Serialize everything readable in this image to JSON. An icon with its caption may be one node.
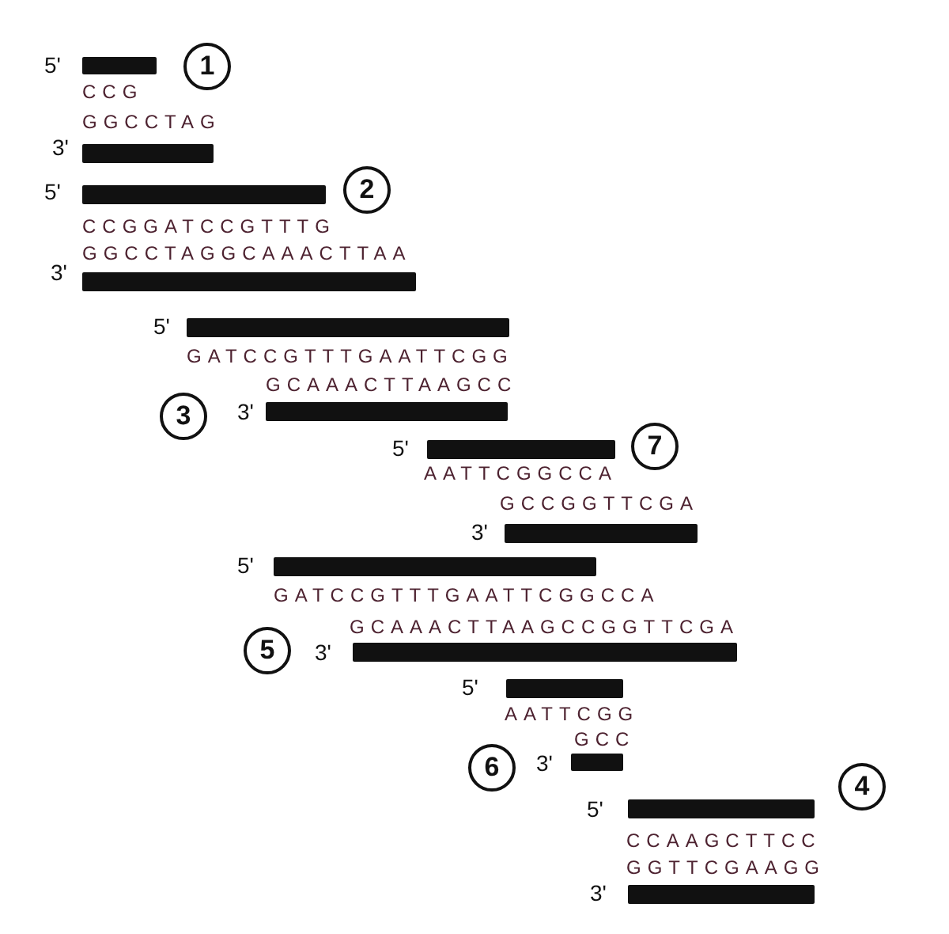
{
  "diagram": {
    "nodes": [
      {
        "text": [],
        "shape": "bar",
        "beside": [
          "5'",
          "CCG"
        ]
      },
      {
        "text": [
          "1"
        ]
      },
      {
        "text": [],
        "shape": "bar",
        "beside": [
          "GGCCTAG",
          "3'"
        ]
      },
      {
        "text": [],
        "shape": "bar",
        "beside": [
          "5'",
          "CCGGATCCGTTTG"
        ]
      },
      {
        "text": [
          "2"
        ]
      },
      {
        "text": [],
        "shape": "bar",
        "beside": [
          "GGCCTAGGCAAACTTAA",
          "3'"
        ]
      },
      {
        "text": [],
        "shape": "bar",
        "beside": [
          "5'",
          "GATCCGTTTGAATTCGG"
        ]
      },
      {
        "text": [],
        "shape": "bar",
        "beside": [
          "GCAAACTTAAGCC",
          "3'"
        ]
      },
      {
        "text": [
          "3"
        ]
      },
      {
        "text": [],
        "shape": "bar",
        "beside": [
          "5'",
          "AATTCGGCCA"
        ]
      },
      {
        "text": [
          "7"
        ]
      },
      {
        "text": [],
        "shape": "bar",
        "beside": [
          "GCCGGTTCGA",
          "3'"
        ]
      },
      {
        "text": [],
        "shape": "bar",
        "beside": [
          "5'",
          "GATCCGTTTGAATTCGGCCA"
        ]
      },
      {
        "text": [],
        "shape": "bar",
        "beside": [
          "GCAAACTTAAGCCGGTTCGA",
          "3'"
        ]
      },
      {
        "text": [
          "5"
        ]
      },
      {
        "text": [],
        "shape": "bar",
        "beside": [
          "5'",
          "AATTCGG"
        ]
      },
      {
        "text": [],
        "shape": "bar",
        "beside": [
          "GCC",
          "3'"
        ]
      },
      {
        "text": [
          "6"
        ]
      },
      {
        "text": [
          "4"
        ]
      },
      {
        "text": [],
        "shape": "bar",
        "beside": [
          "5'",
          "CCAAGCTTCC"
        ]
      },
      {
        "text": [],
        "shape": "bar",
        "beside": [
          "GGTTCGAAGG",
          "3'"
        ]
      }
    ]
  }
}
